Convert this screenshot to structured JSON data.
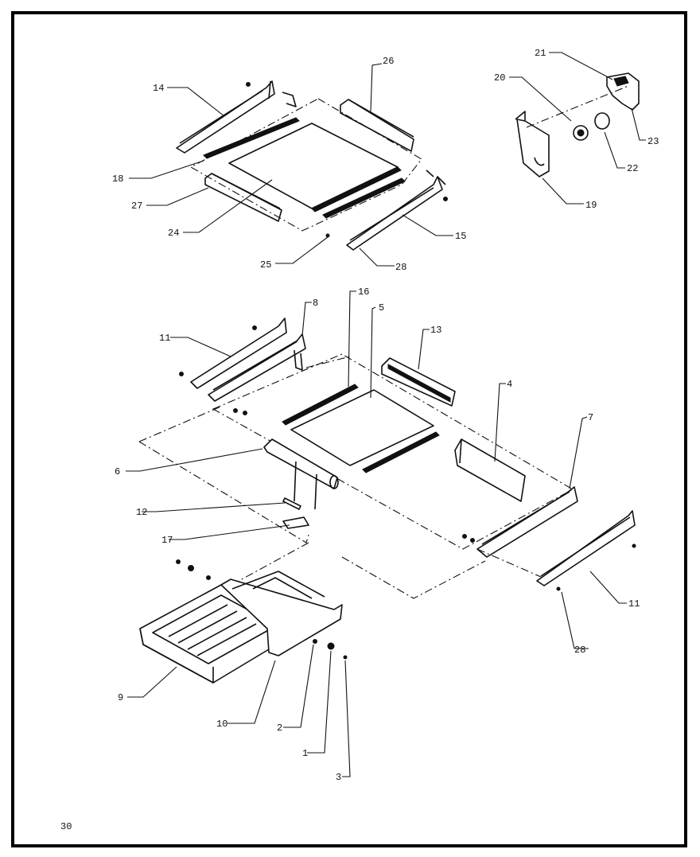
{
  "page": {
    "number": "30"
  },
  "callouts": [
    {
      "id": "c14",
      "text": "14"
    },
    {
      "id": "c26",
      "text": "26"
    },
    {
      "id": "c18",
      "text": "18"
    },
    {
      "id": "c27",
      "text": "27"
    },
    {
      "id": "c24",
      "text": "24"
    },
    {
      "id": "c25",
      "text": "25"
    },
    {
      "id": "c28a",
      "text": "28"
    },
    {
      "id": "c15",
      "text": "15"
    },
    {
      "id": "c21",
      "text": "21"
    },
    {
      "id": "c20",
      "text": "20"
    },
    {
      "id": "c23",
      "text": "23"
    },
    {
      "id": "c22",
      "text": "22"
    },
    {
      "id": "c19",
      "text": "19"
    },
    {
      "id": "c11a",
      "text": "11"
    },
    {
      "id": "c8",
      "text": "8"
    },
    {
      "id": "c16",
      "text": "16"
    },
    {
      "id": "c5",
      "text": "5"
    },
    {
      "id": "c13",
      "text": "13"
    },
    {
      "id": "c4",
      "text": "4"
    },
    {
      "id": "c7",
      "text": "7"
    },
    {
      "id": "c6",
      "text": "6"
    },
    {
      "id": "c12",
      "text": "12"
    },
    {
      "id": "c17",
      "text": "17"
    },
    {
      "id": "c11b",
      "text": "11"
    },
    {
      "id": "c28b",
      "text": "28"
    },
    {
      "id": "c9",
      "text": "9"
    },
    {
      "id": "c10",
      "text": "10"
    },
    {
      "id": "c2",
      "text": "2"
    },
    {
      "id": "c1",
      "text": "1"
    },
    {
      "id": "c3",
      "text": "3"
    }
  ]
}
